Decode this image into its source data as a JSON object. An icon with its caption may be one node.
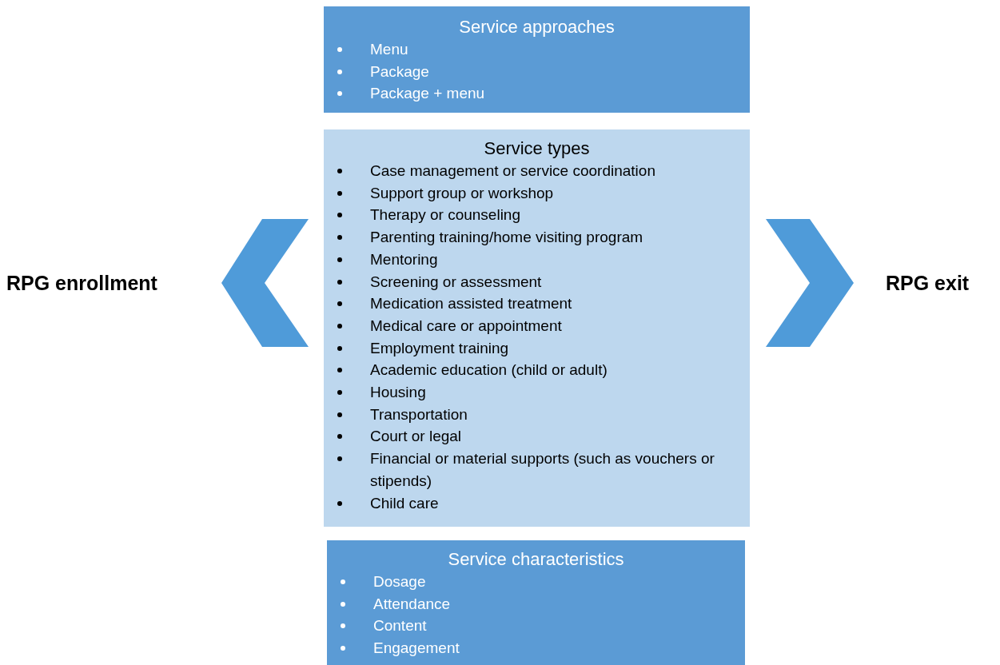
{
  "diagram": {
    "nodes": [
      {
        "text": [
          "RPG enrollment"
        ]
      },
      {
        "text": [
          "Service approaches",
          "Menu",
          "Package",
          "Package + menu"
        ]
      },
      {
        "text": [
          "Service types",
          "Case management or service coordination",
          "Support group or workshop",
          "Therapy or counseling",
          "Parenting training/home visiting program",
          "Mentoring",
          "Screening or assessment",
          "Medication assisted treatment",
          "Medical care or appointment",
          "Employment training",
          "Academic education (child or adult)",
          "Housing",
          "Transportation",
          "Court or legal",
          "Financial or material supports (such as vouchers or stipends)",
          "Child care"
        ]
      },
      {
        "text": [
          "Service characteristics",
          "Dosage",
          "Attendance",
          "Content",
          "Engagement"
        ]
      },
      {
        "text": [
          "RPG exit"
        ]
      }
    ],
    "edges": [
      {
        "from": 2,
        "to": 0,
        "arrow": "to"
      },
      {
        "from": 2,
        "to": 4,
        "arrow": "to"
      }
    ]
  }
}
